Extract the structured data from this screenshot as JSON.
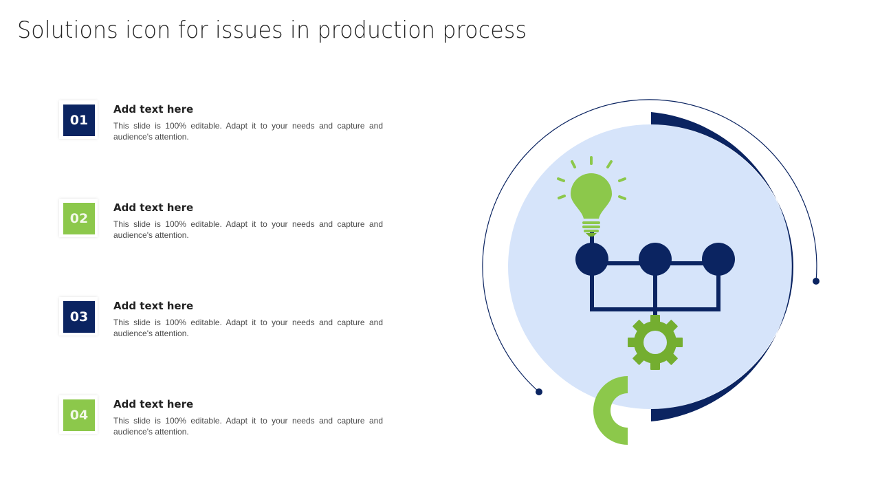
{
  "title": "Solutions icon for issues in production process",
  "items": [
    {
      "number": "01",
      "heading": "Add text here",
      "body": "This slide is 100% editable. Adapt it to your needs and capture and audience's attention.",
      "color": "navy"
    },
    {
      "number": "02",
      "heading": "Add text here",
      "body": "This slide is 100% editable. Adapt it to your needs and capture and audience's attention.",
      "color": "green"
    },
    {
      "number": "03",
      "heading": "Add text here",
      "body": "This slide is 100% editable. Adapt it to your needs and capture and audience's attention.",
      "color": "navy"
    },
    {
      "number": "04",
      "heading": "Add text here",
      "body": "This slide is 100% editable. Adapt it to your needs and capture and audience's attention.",
      "color": "green"
    }
  ],
  "graphic": {
    "icons": [
      "lightbulb-icon",
      "network-nodes-icon",
      "gear-icon"
    ],
    "colors": {
      "navy": "#0b2461",
      "light_blue": "#d6e4fa",
      "green": "#8cc84b",
      "gear_green": "#74ae30"
    }
  }
}
